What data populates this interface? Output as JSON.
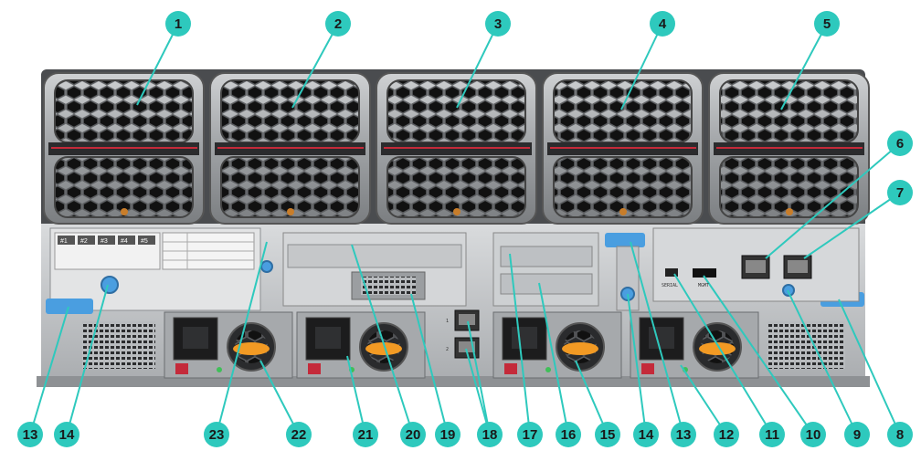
{
  "colors": {
    "callout_fill": "#2ec9bd",
    "callout_line": "#2ec9bd",
    "handle_blue": "#4a9ee0",
    "chassis": "#b9bcbf",
    "chassis_dark": "#3b3d40",
    "fan_face": "#2a2b2d",
    "psu_orange": "#f29a24",
    "power_red": "#c42a3a"
  },
  "callouts_top": [
    {
      "id": "1",
      "label": "1"
    },
    {
      "id": "2",
      "label": "2"
    },
    {
      "id": "3",
      "label": "3"
    },
    {
      "id": "4",
      "label": "4"
    },
    {
      "id": "5",
      "label": "5"
    }
  ],
  "callouts_right": [
    {
      "id": "6",
      "label": "6"
    },
    {
      "id": "7",
      "label": "7"
    }
  ],
  "callouts_bottom": [
    {
      "id": "13a",
      "label": "13"
    },
    {
      "id": "14a",
      "label": "14"
    },
    {
      "id": "23",
      "label": "23"
    },
    {
      "id": "22",
      "label": "22"
    },
    {
      "id": "21",
      "label": "21"
    },
    {
      "id": "20",
      "label": "20"
    },
    {
      "id": "19",
      "label": "19"
    },
    {
      "id": "18",
      "label": "18"
    },
    {
      "id": "17",
      "label": "17"
    },
    {
      "id": "16",
      "label": "16"
    },
    {
      "id": "15",
      "label": "15"
    },
    {
      "id": "14b",
      "label": "14"
    },
    {
      "id": "13b",
      "label": "13"
    },
    {
      "id": "12",
      "label": "12"
    },
    {
      "id": "11",
      "label": "11"
    },
    {
      "id": "10",
      "label": "10"
    },
    {
      "id": "9",
      "label": "9"
    },
    {
      "id": "8",
      "label": "8"
    }
  ],
  "panel_labels": {
    "tabs": [
      "#1",
      "#2",
      "#3",
      "#4",
      "#5"
    ],
    "ports_12": [
      "1",
      "2"
    ],
    "serial": "SERIAL",
    "mgmt": "MGMT"
  }
}
